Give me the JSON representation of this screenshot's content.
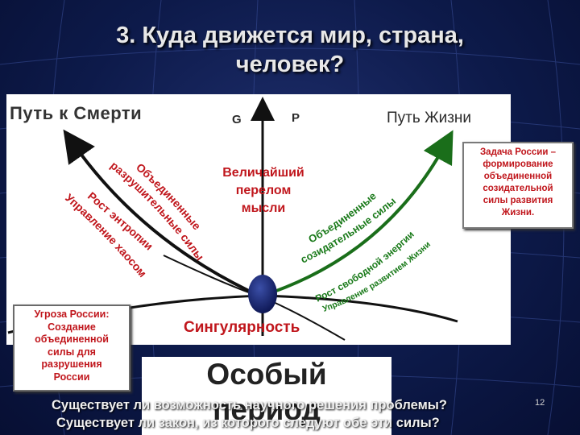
{
  "slide": {
    "title_line1": "3. Куда движется мир, страна,",
    "title_line2": "человек?",
    "page_number": "12"
  },
  "diagram": {
    "death_path": "Путь к Смерти",
    "life_path": "Путь Жизни",
    "axis_g": "G",
    "axis_p": "P",
    "break_line1": "Величайший",
    "break_line2": "перелом",
    "break_line3": "мысли",
    "singularity": "Сингулярность",
    "left_curve_1": "Объединенные",
    "left_curve_2": "разрушительные силы",
    "left_curve_3": "Рост энтропии",
    "left_curve_4": "Управление хаосом",
    "right_curve_1": "Объединенные",
    "right_curve_2": "созидательные силы",
    "right_curve_3": "Рост свободной энергии",
    "right_curve_4": "Управление развитием Жизни",
    "special_line1": "Особый",
    "special_line2": "период"
  },
  "russia_goal": {
    "line1": "Задача России –",
    "line2": "формирование",
    "line3": "объединенной",
    "line4": "созидательной",
    "line5": "силы развития",
    "line6": "Жизни."
  },
  "russia_threat": {
    "line1": "Угроза России:",
    "line2": "Создание",
    "line3": "объединенной",
    "line4": "силы для",
    "line5": "разрушения",
    "line6": "России"
  },
  "questions": {
    "q1": "Существует ли возможность научного решения проблемы?",
    "q2": "Существует ли закон, из которого следуют обе эти силы?"
  }
}
